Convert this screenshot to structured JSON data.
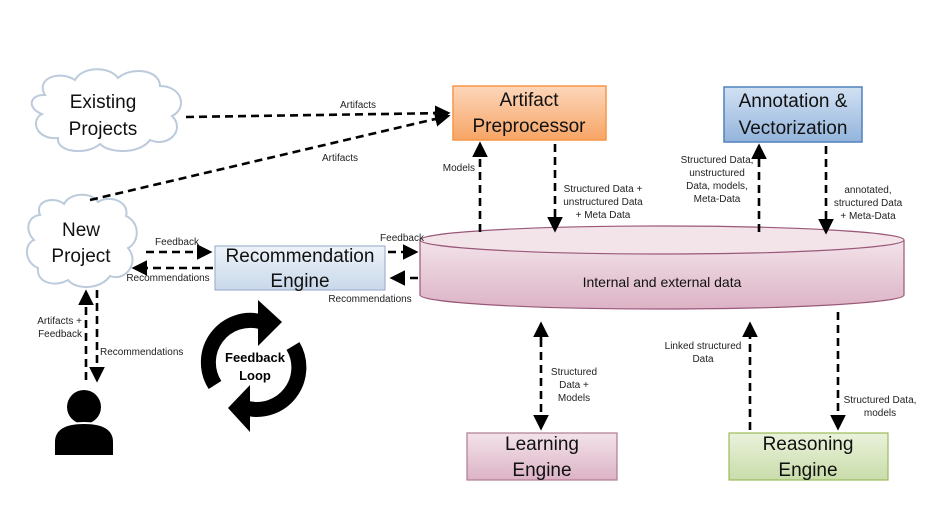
{
  "nodes": {
    "existing_projects": [
      "Existing",
      "Projects"
    ],
    "new_project": [
      "New",
      "Project"
    ],
    "artifact_preprocessor": [
      "Artifact",
      "Preprocessor"
    ],
    "annotation_vectorization": [
      "Annotation &",
      "Vectorization"
    ],
    "recommendation_engine": [
      "Recommendation",
      "Engine"
    ],
    "data_store": "Internal and external data",
    "learning_engine": [
      "Learning",
      "Engine"
    ],
    "reasoning_engine": [
      "Reasoning",
      "Engine"
    ],
    "feedback_loop": [
      "Feedback",
      "Loop"
    ]
  },
  "edges": {
    "existing_to_preprocessor": "Artifacts",
    "new_to_preprocessor": "Artifacts",
    "new_to_rec": "Feedback",
    "rec_to_new": "Recommendations",
    "rec_to_data": "Feedback",
    "data_to_rec": "Recommendations",
    "user_to_new": [
      "Artifacts +",
      "Feedback"
    ],
    "new_to_user": "Recommendations",
    "data_to_preprocessor": "Models",
    "preprocessor_to_data": [
      "Structured Data +",
      "unstructured Data",
      "+ Meta Data"
    ],
    "data_to_annotation": [
      "Structured Data,",
      "unstructured",
      "Data, models,",
      "Meta-Data"
    ],
    "annotation_to_data": [
      "annotated,",
      "structured Data",
      "+ Meta-Data"
    ],
    "learning_data": [
      "Structured",
      "Data +",
      "Models"
    ],
    "reasoning_to_data": [
      "Linked structured",
      "Data"
    ],
    "data_to_reasoning": [
      "Structured Data,",
      "models"
    ]
  },
  "colors": {
    "preprocessor": "#f9b98a",
    "annotation": "#a9c4e4",
    "recommendation": "#dbe6f1",
    "data_store": "#e8cbd6",
    "learning": "#e9d0dc",
    "reasoning": "#dbe9c6"
  }
}
